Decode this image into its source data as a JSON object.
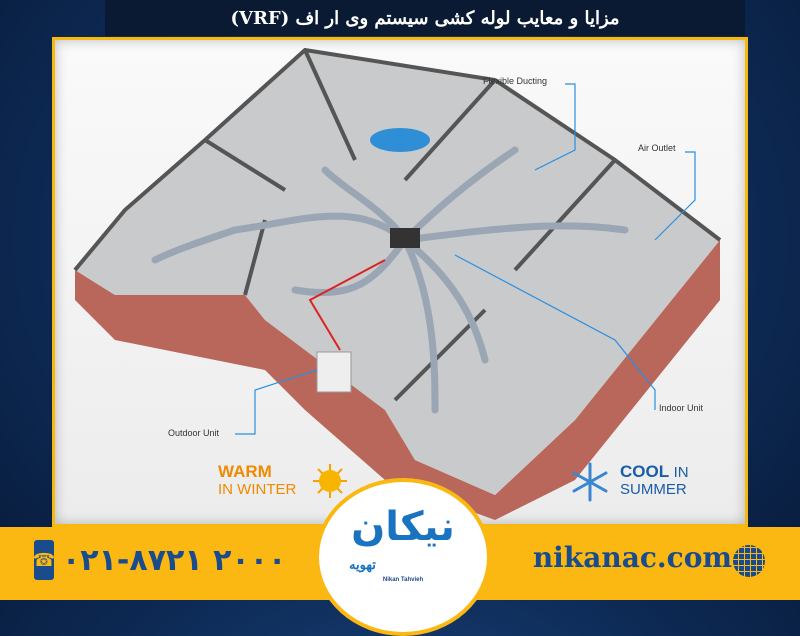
{
  "title": "مزایا و معایب لوله کشی سیستم وی ار اف (VRF)",
  "diagram": {
    "labels": {
      "flexible_ducting": "Flexible Ducting",
      "air_outlet": "Air Outlet",
      "indoor_unit": "Indoor Unit",
      "outdoor_unit": "Outdoor Unit"
    },
    "warm": {
      "line1": "WARM",
      "line2": "IN WINTER",
      "icon": "sun-icon"
    },
    "cool": {
      "line1": "COOL",
      "line1b": "IN",
      "line2": "SUMMER",
      "icon": "snowflake-icon"
    }
  },
  "footer": {
    "phone": "۰۲۱-۸۷۲۱ ۲۰۰۰",
    "website": "nikanac.com",
    "logo": {
      "main": "نیکان",
      "sub": "تهویه",
      "en": "Nikan Tahvieh"
    }
  },
  "colors": {
    "accent": "#fbb812",
    "brand_blue": "#1a4b8c",
    "navy": "#0a1a33"
  }
}
